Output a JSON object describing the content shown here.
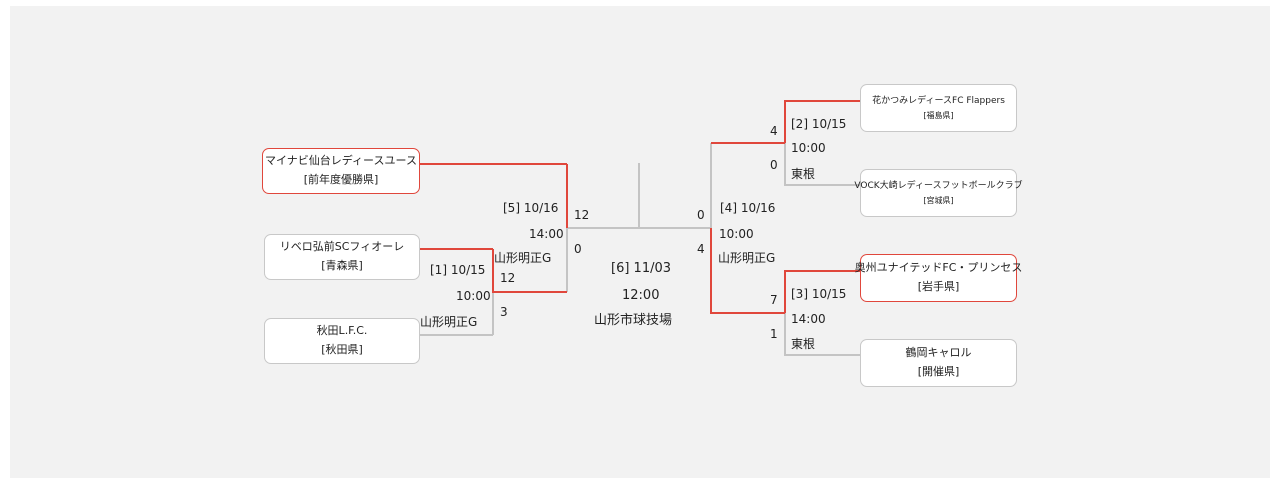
{
  "teams": [
    {
      "id": "t1",
      "name": "マイナビ仙台レディースユース",
      "pref": "[前年度優勝県]",
      "winner": true
    },
    {
      "id": "t2",
      "name": "リベロ弘前SCフィオーレ",
      "pref": "[青森県]",
      "winner": true
    },
    {
      "id": "t3",
      "name": "秋田L.F.C.",
      "pref": "[秋田県]",
      "winner": false
    },
    {
      "id": "t4",
      "name": "花かつみレディースFC Flappers",
      "pref": "[福島県]",
      "winner": true
    },
    {
      "id": "t5",
      "name": "VOCK大崎レディースフットボールクラブ",
      "pref": "[宮城県]",
      "winner": false
    },
    {
      "id": "t6",
      "name": "奥州ユナイテッドFC・プリンセス",
      "pref": "[岩手県]",
      "winner": true
    },
    {
      "id": "t7",
      "name": "鶴岡キャロル",
      "pref": "[開催県]",
      "winner": false
    }
  ],
  "matches": [
    {
      "id": "m1",
      "label": "[1] 10/15",
      "time": "10:00",
      "venue": "山形明正G",
      "score_top": "12",
      "score_bottom": "3"
    },
    {
      "id": "m2",
      "label": "[2] 10/15",
      "time": "10:00",
      "venue": "東根",
      "score_top": "4",
      "score_bottom": "0"
    },
    {
      "id": "m3",
      "label": "[3] 10/15",
      "time": "14:00",
      "venue": "東根",
      "score_top": "7",
      "score_bottom": "1"
    },
    {
      "id": "m4",
      "label": "[4] 10/16",
      "time": "10:00",
      "venue": "山形明正G",
      "score_top": "0",
      "score_bottom": "4"
    },
    {
      "id": "m5",
      "label": "[5] 10/16",
      "time": "14:00",
      "venue": "山形明正G",
      "score_top": "12",
      "score_bottom": "0"
    }
  ],
  "final": {
    "label": "[6] 11/03",
    "time": "12:00",
    "venue": "山形市球技場"
  },
  "colors": {
    "win_line": "#e0473c",
    "line": "#c4c4c4",
    "border": "#c8c8c8",
    "background": "#f2f2f2"
  }
}
